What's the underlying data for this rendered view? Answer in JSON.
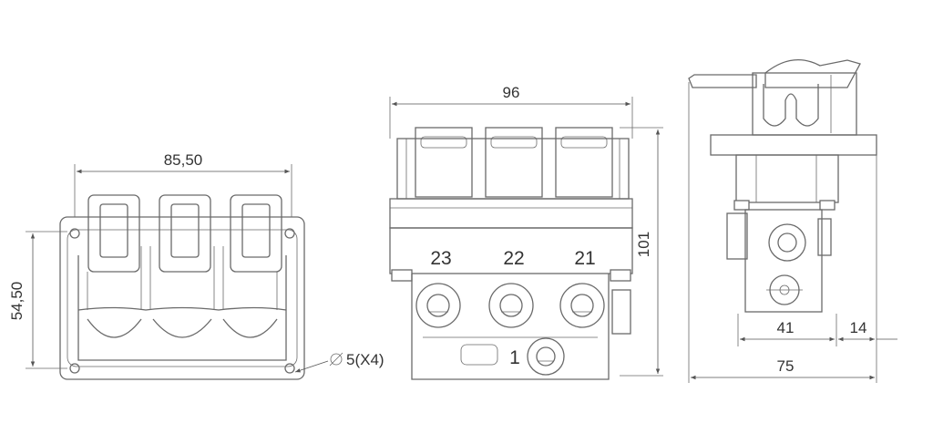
{
  "front_view": {
    "width_dim": "85,50",
    "height_dim": "54,50",
    "hole_note": "5(X4)",
    "diameter_symbol": "⌀"
  },
  "middle_view": {
    "width_dim": "96",
    "height_dim": "101",
    "terminal_labels": [
      "23",
      "22",
      "21"
    ],
    "bottom_label": "1"
  },
  "side_view": {
    "dim_inner": "41",
    "dim_right": "14",
    "dim_overall": "75"
  }
}
